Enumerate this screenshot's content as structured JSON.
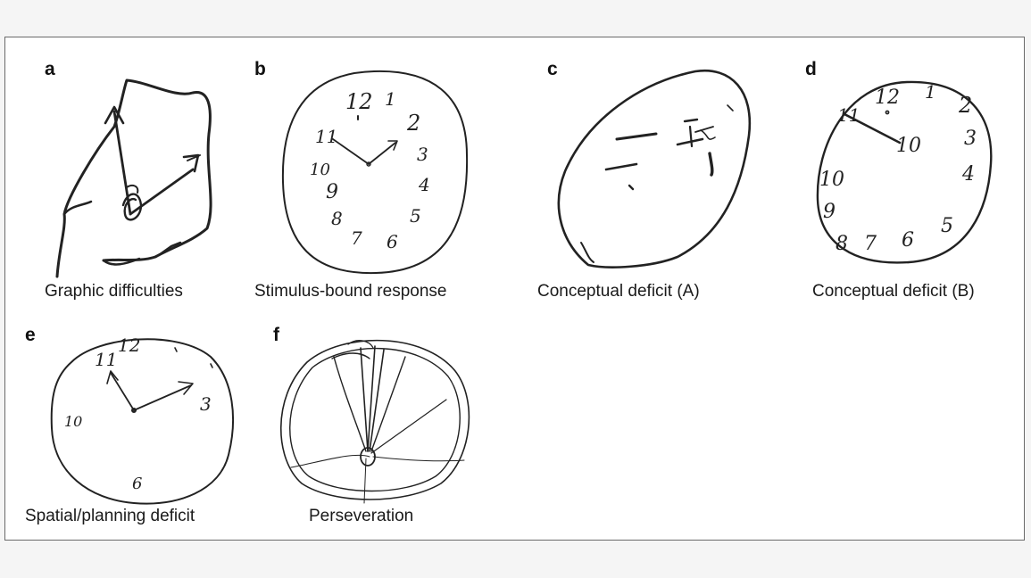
{
  "panels": [
    {
      "letter": "a",
      "caption": "Graphic difficulties"
    },
    {
      "letter": "b",
      "caption": "Stimulus-bound response"
    },
    {
      "letter": "c",
      "caption": "Conceptual deficit (A)"
    },
    {
      "letter": "d",
      "caption": "Conceptual deficit (B)"
    },
    {
      "letter": "e",
      "caption": "Spatial/planning deficit"
    },
    {
      "letter": "f",
      "caption": "Perseveration"
    }
  ],
  "clock_b_numbers": [
    "12",
    "1",
    "2",
    "3",
    "4",
    "5",
    "6",
    "7",
    "8",
    "9",
    "10",
    "11"
  ],
  "clock_d_numbers": [
    "11",
    "12",
    "1",
    "2",
    "3",
    "10",
    "4",
    "10",
    "9",
    "8",
    "7",
    "6",
    "5"
  ],
  "clock_e_numbers": [
    "11",
    "12",
    "3",
    "10",
    "6"
  ]
}
